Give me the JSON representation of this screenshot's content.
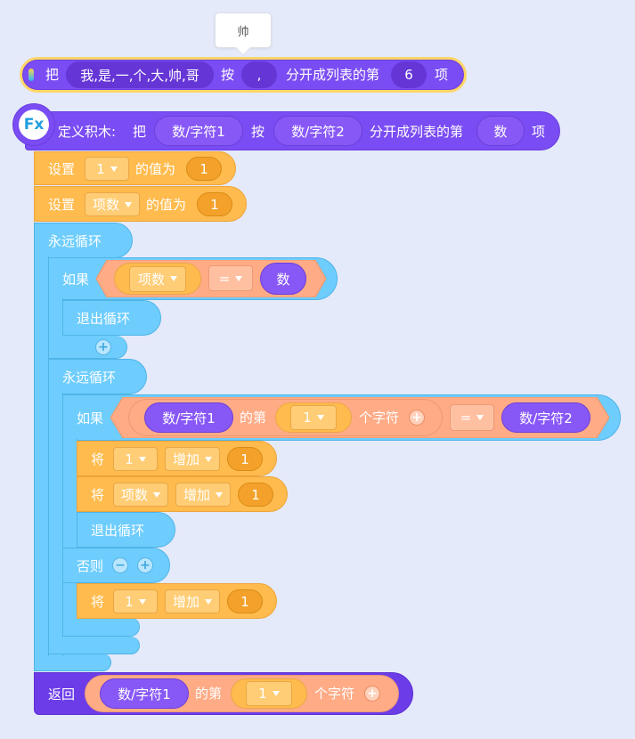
{
  "tooltip": {
    "text": "帅"
  },
  "call_block": {
    "ba": "把",
    "text": "我,是,一,个,大,帅,哥",
    "an": "按",
    "sep": ",",
    "suffix": "分开成列表的第",
    "index": "6",
    "xiang": "项"
  },
  "define_block": {
    "icon": "Fx",
    "label": "定义积木:",
    "ba": "把",
    "param1": "数/字符1",
    "an": "按",
    "param2": "数/字符2",
    "suffix": "分开成列表的第",
    "param3": "数",
    "xiang": "项"
  },
  "set1": {
    "label": "设置",
    "var": "1",
    "mid": "的值为",
    "value": "1"
  },
  "set2": {
    "label": "设置",
    "var": "项数",
    "mid": "的值为",
    "value": "1"
  },
  "forever1": {
    "label": "永远循环"
  },
  "if1": {
    "label": "如果",
    "var": "项数",
    "op": "=",
    "right": "数"
  },
  "break1": {
    "label": "退出循环"
  },
  "forever2": {
    "label": "永远循环"
  },
  "if2": {
    "label": "如果",
    "param": "数/字符1",
    "de": "的第",
    "index": "1",
    "unit": "个字符",
    "op": "=",
    "right": "数/字符2"
  },
  "change1": {
    "label": "将",
    "var": "1",
    "action": "增加",
    "value": "1"
  },
  "change2": {
    "label": "将",
    "var": "项数",
    "action": "增加",
    "value": "1"
  },
  "break2": {
    "label": "退出循环"
  },
  "else": {
    "label": "否则"
  },
  "change3": {
    "label": "将",
    "var": "1",
    "action": "增加",
    "value": "1"
  },
  "return_block": {
    "label": "返回",
    "param": "数/字符1",
    "de": "的第",
    "index": "1",
    "unit": "个字符"
  }
}
